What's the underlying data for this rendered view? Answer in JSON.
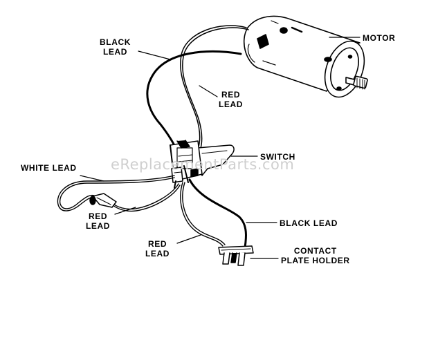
{
  "labels": {
    "motor": "MOTOR",
    "black_lead_top": [
      "BLACK",
      "LEAD"
    ],
    "red_lead_upper": [
      "RED",
      "LEAD"
    ],
    "switch": "SWITCH",
    "white_lead": "WHITE LEAD",
    "red_lead_left": [
      "RED",
      "LEAD"
    ],
    "red_lead_bottom": [
      "RED",
      "LEAD"
    ],
    "black_lead_right": "BLACK LEAD",
    "contact_plate_holder": [
      "CONTACT",
      "PLATE HOLDER"
    ]
  },
  "watermark": "eReplacementParts.com",
  "colors": {
    "ink": "#000000",
    "background": "#ffffff",
    "watermark": "#cfcfcf"
  }
}
